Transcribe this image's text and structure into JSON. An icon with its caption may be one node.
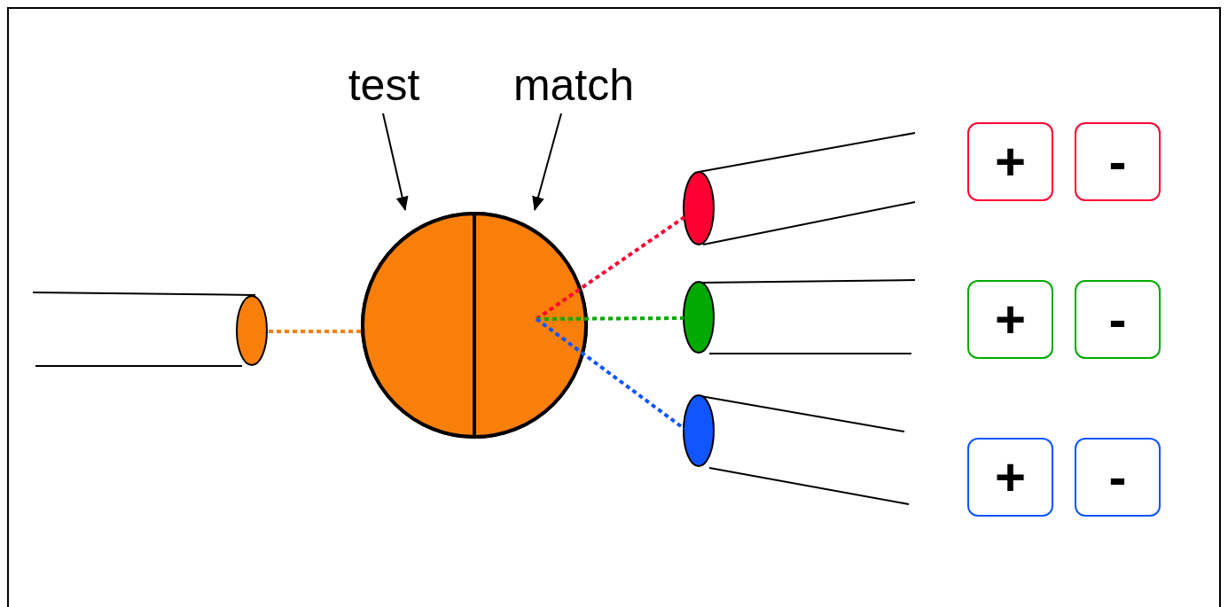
{
  "diagram": {
    "nodes": [
      {
        "text": [],
        "shape": "cylinder"
      },
      {
        "text": [
          "test"
        ]
      },
      {
        "text": [
          "match"
        ]
      },
      {
        "text": [],
        "shape": "circle"
      },
      {
        "text": [],
        "shape": "semicircle",
        "in": 3
      },
      {
        "text": [],
        "shape": "semicircle",
        "in": 3
      },
      {
        "text": [],
        "shape": "cylinder"
      },
      {
        "text": [],
        "shape": "cylinder"
      },
      {
        "text": [],
        "shape": "cylinder"
      },
      {
        "text": [
          "+"
        ]
      },
      {
        "text": [
          "-"
        ]
      },
      {
        "text": [
          "+"
        ]
      },
      {
        "text": [
          "-"
        ]
      },
      {
        "text": [
          "+"
        ]
      },
      {
        "text": [
          "-"
        ]
      }
    ],
    "edges": [
      {
        "from": 0,
        "to": 3,
        "arrow": "none",
        "style": "dashed",
        "color": "#f77f0a"
      },
      {
        "from": 1,
        "to": 4,
        "arrow": "to"
      },
      {
        "from": 2,
        "to": 5,
        "arrow": "to"
      },
      {
        "from": 5,
        "to": 6,
        "arrow": "none",
        "style": "dashed",
        "color": "#ff0033"
      },
      {
        "from": 5,
        "to": 7,
        "arrow": "none",
        "style": "dashed",
        "color": "#00aa00"
      },
      {
        "from": 5,
        "to": 8,
        "arrow": "none",
        "style": "dashed",
        "color": "#1155ff"
      }
    ]
  }
}
